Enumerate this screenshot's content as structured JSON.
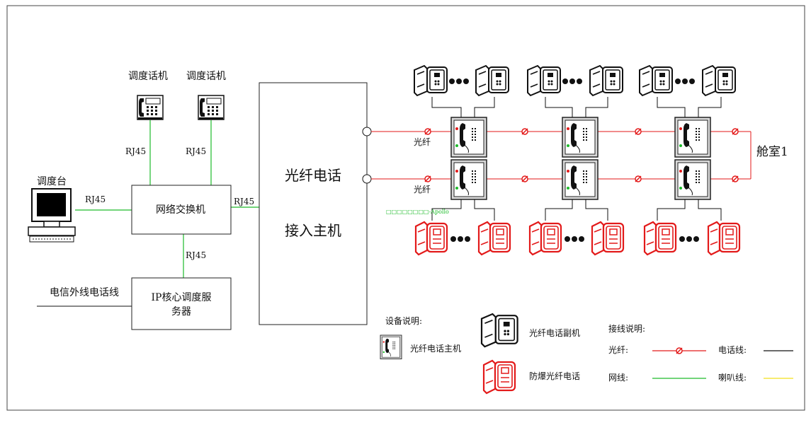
{
  "labels": {
    "phone_a": "调度话机",
    "phone_b": "调度话机",
    "console": "调度台",
    "rj45_a": "RJ45",
    "rj45_b": "RJ45",
    "rj45_console": "RJ45",
    "rj45_host": "RJ45",
    "rj45_server": "RJ45",
    "switch": "网络交换机",
    "telecom": "电信外线电话线",
    "server_l1": "IP核心调度服",
    "server_l2": "务器",
    "host_l1": "光纤电话",
    "host_l2": "接入主机",
    "fiber_1": "光纤",
    "fiber_2": "光纤",
    "cabin": "舱室1",
    "watermark": "□□□□□□□□-Apollo"
  },
  "legend": {
    "device_title": "设备说明:",
    "host": "光纤电话主机",
    "sub": "光纤电话副机",
    "explosion": "防爆光纤电话",
    "wiring_title": "接线说明:",
    "fiber": "光纤:",
    "phone_line": "电话线:",
    "network": "网线:",
    "speaker": "喇叭线:"
  },
  "colors": {
    "fiber": "#e31a1a",
    "network": "#1dbb2a",
    "phone_line": "#000000",
    "speaker": "#f2e01a"
  }
}
